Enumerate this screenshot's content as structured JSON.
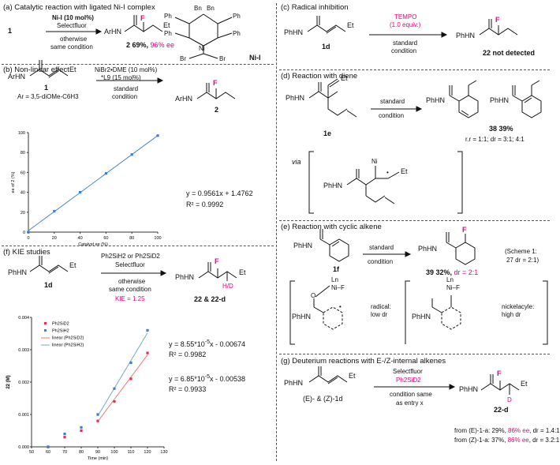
{
  "panels": {
    "a": {
      "header": "(a) Catalytic reaction with ligated Ni-I complex",
      "substrate": "1",
      "cond_catalyst": "Ni-I (10 mol%)",
      "cond_reagent": "Selectfluor",
      "cond_line3": "otherwise",
      "cond_line4": "same condition",
      "product_fragment": "ArHN",
      "F": "F",
      "Et": "Et",
      "yield_text": "2  69%, ",
      "ee_text": "96% ee",
      "ligand_bn1": "Bn",
      "ligand_bn2": "Bn",
      "ligand_ph": "Ph",
      "ligand_ni": "Ni",
      "ligand_br": "Br",
      "ligand_label": "Ni-I"
    },
    "b": {
      "header": "(b) Non-linear effect",
      "substrate_fragment": "ArHN",
      "Et": "Et",
      "substrate_label": "1",
      "ar_def": "Ar = 3,5-diOMe-C6H3",
      "cond_line1": "NiBr2•DME (10 mol%)",
      "cond_line2": "*L9 (15 mol%)",
      "cond_line3": "standard",
      "cond_line4": "condition",
      "product_fragment": "ArHN",
      "F": "F",
      "product_label": "2",
      "equation": "y = 0.9561x + 1.4762",
      "r2": "R² = 0.9992"
    },
    "c": {
      "header": "(c) Radical inhibition",
      "substrate_fragment": "PhHN",
      "Et": "Et",
      "substrate_label": "1d",
      "reagent_line1": "TEMPO",
      "reagent_line2": "(1.0 equiv.)",
      "cond_line1": "standard",
      "cond_line2": "condition",
      "product_fragment": "PhHN",
      "F": "F",
      "product_label": "22  not detected"
    },
    "d": {
      "header": "(d) Reaction with diene",
      "substrate_fragment": "PhHN",
      "Et": "Et",
      "substrate_label": "1e",
      "cond_line1": "standard",
      "cond_line2": "condition",
      "product_fragment1": "PhHN",
      "product_fragment2": "PhHN",
      "yield": "38  39%",
      "ratio": "r.r = 1:1; dr = 3:1; 4:1",
      "via": "via",
      "int_fragment": "PhHN",
      "int_ni": "Ni",
      "int_et": "Et"
    },
    "e": {
      "header": "(e) Reaction with cyclic alkene",
      "substrate_fragment": "PhHN",
      "substrate_label": "1f",
      "cond_line1": "standard",
      "cond_line2": "condition",
      "product_fragment": "PhHN",
      "F": "F",
      "yield_text": "39  32%, ",
      "dr_text": "dr = 2:1",
      "scheme_note1": "(Scheme 1:",
      "scheme_note2": "27 dr = 2:1)",
      "int1_ln": "Ln",
      "int1_nif": "Ni–F",
      "int1_o": "O",
      "int1_fragment": "PhHN",
      "int1_label1": "radical:",
      "int1_label2": "low dr",
      "int2_ln": "Ln",
      "int2_nif": "Ni–F",
      "int2_fragment": "PhHN",
      "int2_label1": "nickelacyle:",
      "int2_label2": "high dr"
    },
    "f": {
      "header": "(f) KIE studies",
      "substrate_fragment": "PhHN",
      "Et": "Et",
      "substrate_label": "1d",
      "cond_line1": "Ph2SiH2 or Ph2SiD2",
      "cond_line2": "Selectfluor",
      "cond_line3": "otherwise",
      "cond_line4": "same condition",
      "kie": "KIE = 1.25",
      "product_fragment": "PhHN",
      "F": "F",
      "Et2": "Et",
      "hd": "H/D",
      "product_label": "22 & 22-d",
      "eq1": "y = 8.55*10",
      "eq1_exp": "-5",
      "eq1_tail": "x - 0.00674",
      "r2_1": "R² = 0.9982",
      "eq2": "y = 6.85*10",
      "eq2_exp": "-5",
      "eq2_tail": "x - 0.00538",
      "r2_2": "R² = 0.9933"
    },
    "g": {
      "header": "(g) Deuterium reactions with E-/Z-internal alkenes",
      "substrate_fragment": "PhHN",
      "Et": "Et",
      "substrate_label": "(E)- & (Z)-1d",
      "cond_line1": "Selectfluor",
      "cond_line2": "Ph2SiD2",
      "cond_line3": "condition same",
      "cond_line4": "as entry x",
      "product_fragment": "PhHN",
      "F": "F",
      "Et2": "Et",
      "D": "D",
      "product_label": "22-d",
      "row1_prefix": "from (E)-1-a: 29%, ",
      "row1_ee": "86% ee",
      "row1_dr": ", dr = 1.4:1",
      "row2_prefix": "from (Z)-1-a: 37%, ",
      "row2_ee": "86% ee",
      "row2_dr": ", dr = 3.2:1"
    }
  },
  "colors": {
    "accent": "#e4007f",
    "line_blue": "#4a86c8",
    "point_red": "#e0304a",
    "point_blue": "#3a7fd5"
  },
  "chart_data": [
    {
      "type": "scatter",
      "title": "",
      "xlabel": "Catalyst ee (%)",
      "ylabel": "ee of 2 (%)",
      "xlim": [
        0,
        100
      ],
      "ylim": [
        0,
        100
      ],
      "x_ticks": [
        "0",
        "20",
        "40",
        "60",
        "80",
        "100"
      ],
      "y_ticks": [
        "0",
        "20",
        "40",
        "60",
        "80",
        "100"
      ],
      "series": [
        {
          "values": [
            [
              0,
              0
            ],
            [
              20,
              21
            ],
            [
              40,
              40
            ],
            [
              60,
              59
            ],
            [
              80,
              78
            ],
            [
              100,
              97
            ]
          ]
        }
      ],
      "trendline": {
        "slope": 0.9561,
        "intercept": 1.4762
      },
      "grid": false
    },
    {
      "type": "scatter",
      "title": "",
      "xlabel": "Time (min)",
      "ylabel": "22 (M)",
      "xlim": [
        50,
        130
      ],
      "ylim": [
        0,
        0.004
      ],
      "x_ticks": [
        "50",
        "60",
        "70",
        "80",
        "90",
        "100",
        "110",
        "120",
        "130"
      ],
      "y_ticks": [
        "0.000",
        "0.001",
        "0.002",
        "0.003",
        "0.004"
      ],
      "legend_position": "top-left",
      "series": [
        {
          "name": "Ph2SiD2",
          "values": [
            [
              60,
              0
            ],
            [
              70,
              0.0003
            ],
            [
              80,
              0.0005
            ],
            [
              90,
              0.0008
            ],
            [
              100,
              0.0014
            ],
            [
              110,
              0.0021
            ],
            [
              120,
              0.0029
            ]
          ]
        },
        {
          "name": "Ph2SiH2",
          "values": [
            [
              60,
              0
            ],
            [
              70,
              0.0004
            ],
            [
              80,
              0.0006
            ],
            [
              90,
              0.001
            ],
            [
              100,
              0.0018
            ],
            [
              110,
              0.0026
            ],
            [
              120,
              0.0036
            ]
          ]
        }
      ],
      "fits": [
        {
          "name": "linear (Ph2SiD2)",
          "slope": 6.85e-05,
          "intercept": -0.00538,
          "x_range": [
            90,
            120
          ]
        },
        {
          "name": "linear (Ph2SiH2)",
          "slope": 8.55e-05,
          "intercept": -0.00674,
          "x_range": [
            90,
            120
          ]
        }
      ],
      "grid": false
    }
  ]
}
